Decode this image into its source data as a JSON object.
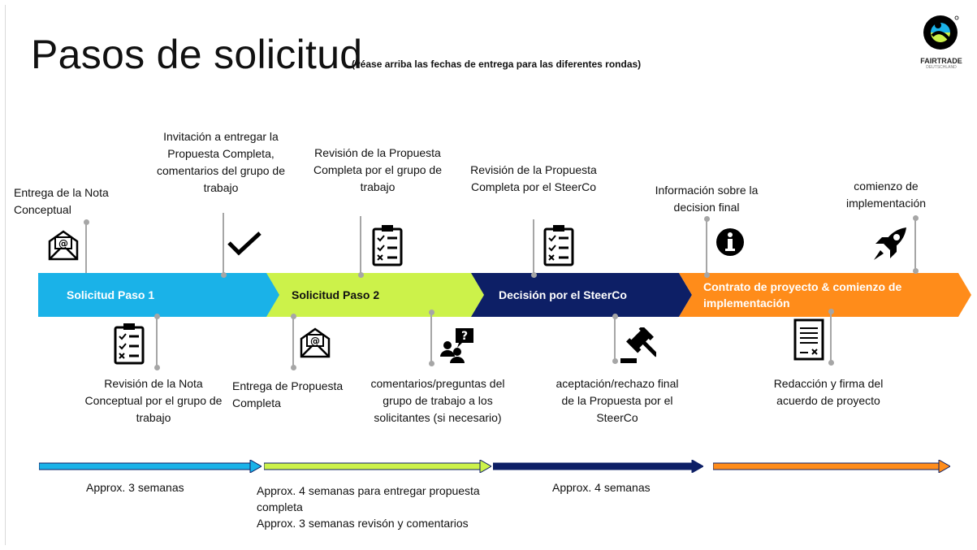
{
  "header": {
    "title": "Pasos de solicitud",
    "subtitle": "(véase arriba las fechas de entrega para las diferentes rondas)",
    "logo_text": "FAIRTRADE",
    "logo_sub": "DEUTSCHLAND"
  },
  "phases": [
    {
      "label": "Solicitud Paso 1",
      "color": "#1ab2e8"
    },
    {
      "label": "Solicitud Paso 2",
      "color": "#ccf24a"
    },
    {
      "label": "Decisión por el SteerCo",
      "color": "#0d1f66"
    },
    {
      "label": "Contrato de proyecto & comienzo de implementación",
      "color": "#ff8c1a"
    }
  ],
  "steps_top": [
    {
      "text": "Entrega de la Nota Conceptual",
      "icon": "envelope-at-icon"
    },
    {
      "text": "Invitación a entregar la Propuesta Completa, comentarios del grupo de trabajo",
      "icon": "checkmark-icon"
    },
    {
      "text": "Revisión de la Propuesta Completa por el grupo de trabajo",
      "icon": "checklist-icon"
    },
    {
      "text": "Revisión de la Propuesta Completa por el SteerCo",
      "icon": "checklist-icon"
    },
    {
      "text": "Información sobre la decision final",
      "icon": "info-icon"
    },
    {
      "text": "comienzo de implementación",
      "icon": "rocket-icon"
    }
  ],
  "steps_bottom": [
    {
      "text": "Revisión de la Nota Conceptual por el grupo de trabajo",
      "icon": "checklist-icon"
    },
    {
      "text": "Entrega de Propuesta Completa",
      "icon": "envelope-at-icon"
    },
    {
      "text": "comentarios/preguntas del grupo de trabajo a los solicitantes (si necesario)",
      "icon": "people-question-icon"
    },
    {
      "text": "aceptación/rechazo final de la Propuesta por el SteerCo",
      "icon": "gavel-icon"
    },
    {
      "text": "Redacción y firma del acuerdo de proyecto",
      "icon": "contract-icon"
    }
  ],
  "durations": [
    {
      "lines": [
        "Approx. 3 semanas"
      ],
      "color": "#1ab2e8"
    },
    {
      "lines": [
        "Approx. 4 semanas para entregar propuesta",
        "completa",
        "Approx. 3  semanas revisón y comentarios"
      ],
      "color": "#ccf24a"
    },
    {
      "lines": [
        "Approx. 4 semanas"
      ],
      "color": "#0d1f66"
    },
    {
      "lines": [],
      "color": "#ff8c1a"
    }
  ]
}
